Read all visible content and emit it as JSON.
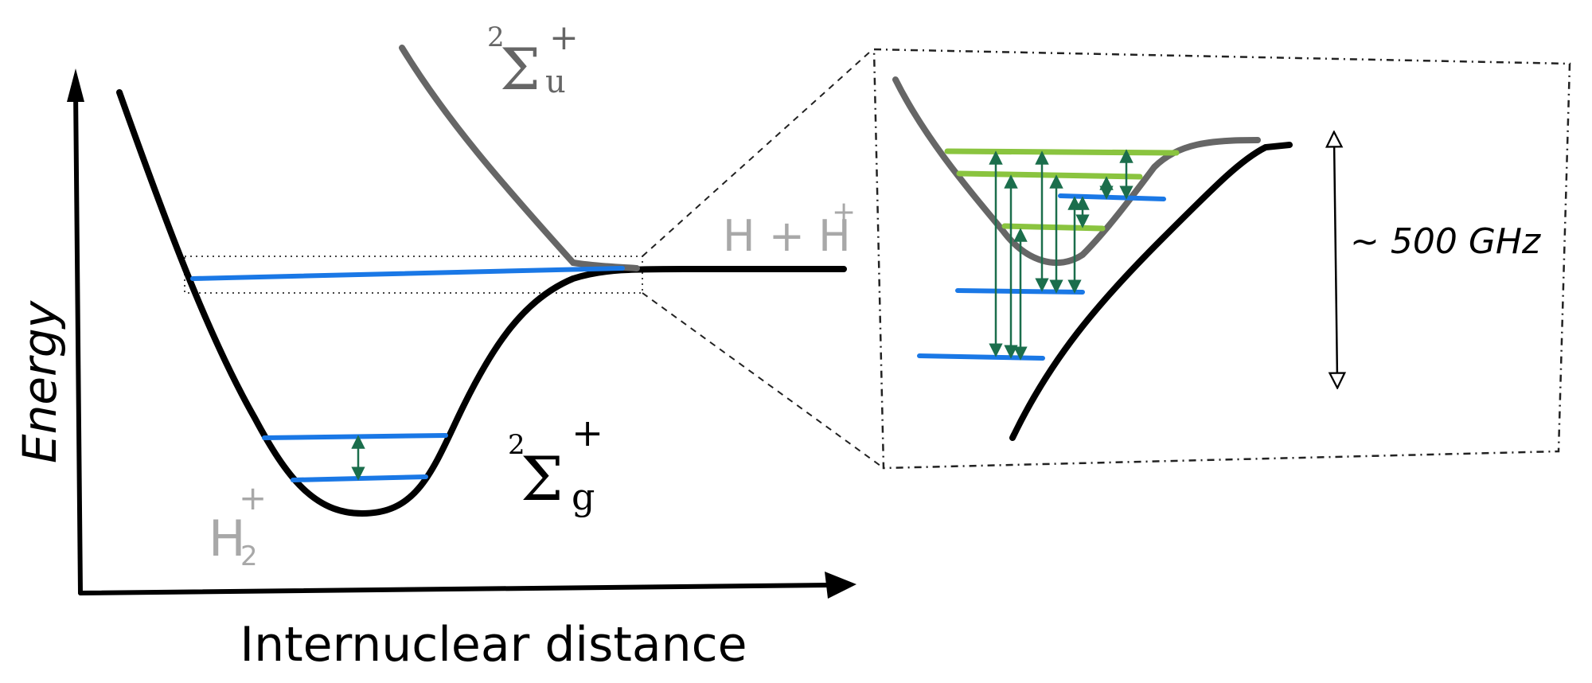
{
  "axes": {
    "ylabel": "Energy",
    "xlabel": "Internuclear distance"
  },
  "labels": {
    "term_upper_main": "Σ",
    "term_upper_mult": "2",
    "term_upper_sup": "+",
    "term_upper_sub": "u",
    "term_lower_main": "Σ",
    "term_lower_mult": "2",
    "term_lower_sup": "+",
    "term_lower_sub": "g",
    "dissociation": "H + H",
    "dissociation_sup": "+",
    "molecule": "H",
    "molecule_sub": "2",
    "molecule_sup": "+",
    "energy_span": "~ 500 GHz"
  },
  "colors": {
    "ground_curve": "#000000",
    "excited_curve": "#666666",
    "label_gray": "#a8a8a8",
    "bound_levels": "#1a78e6",
    "upper_levels": "#8ac43f",
    "transitions": "#1b6e4c",
    "zoom_box": "#222222"
  }
}
